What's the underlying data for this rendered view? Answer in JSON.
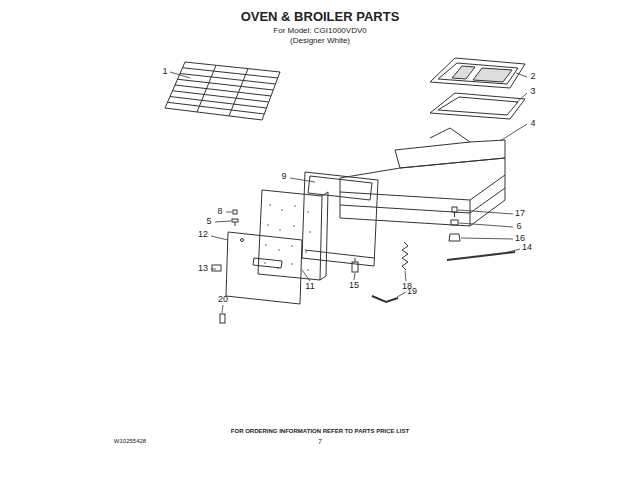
{
  "diagram": {
    "title": "OVEN & BROILER PARTS",
    "labels": [
      "For Model: CGI1000VDV0",
      "(Designer White)",
      "1",
      "2",
      "3",
      "4",
      "9",
      "8",
      "5",
      "12",
      "13",
      "11",
      "15",
      "17",
      "6",
      "16",
      "14",
      "18",
      "19",
      "20",
      "FOR ORDERING INFORMATION REFER TO PARTS PRICE LIST",
      "W10255428",
      "7"
    ]
  }
}
